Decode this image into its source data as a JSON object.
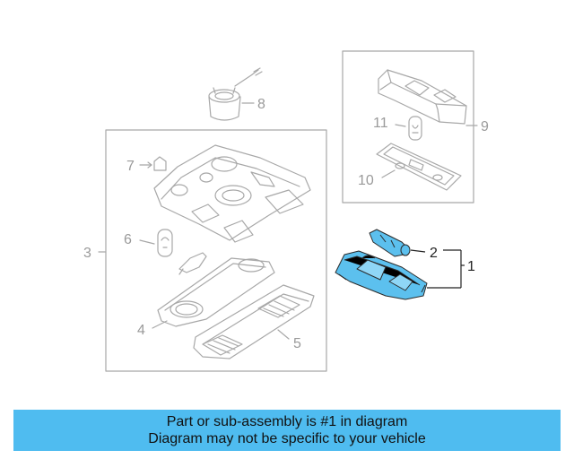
{
  "callouts": {
    "c1": "1",
    "c2": "2",
    "c3": "3",
    "c4": "4",
    "c5": "5",
    "c6": "6",
    "c7": "7",
    "c8": "8",
    "c9": "9",
    "c10": "10",
    "c11": "11"
  },
  "banner": {
    "line1": "Part or sub-assembly is #1 in diagram",
    "line2": "Diagram may not be specific to your vehicle"
  },
  "colors": {
    "highlight": "#5cc0ee",
    "banner_bg": "#4fbcf0",
    "line_gray": "#a8a8a8"
  }
}
